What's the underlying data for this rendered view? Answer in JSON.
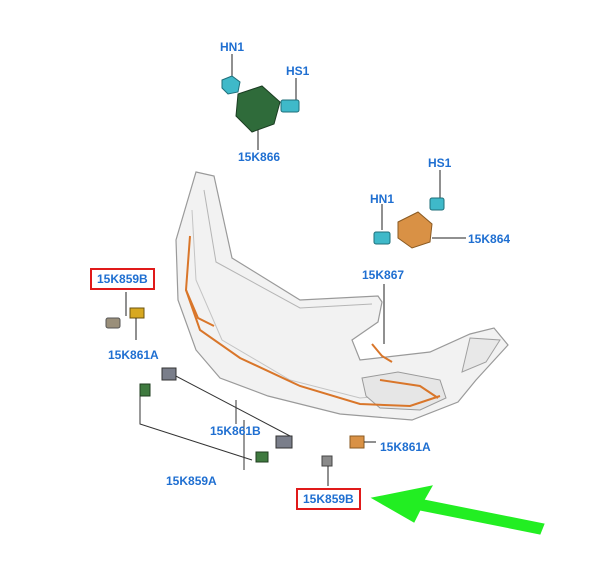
{
  "labels": {
    "hn1_top": "HN1",
    "hs1_top": "HS1",
    "module_top": "15K866",
    "hs1_right": "HS1",
    "hn1_right": "HN1",
    "module_right": "15K864",
    "harness": "15K867",
    "sensor_left_boxed": "15K859B",
    "bracket_left": "15K861A",
    "bracket_group": "15K861B",
    "bracket_right": "15K861A",
    "sensor_group": "15K859A",
    "sensor_bottom_boxed": "15K859B"
  },
  "colors": {
    "label_blue": "#1f6fd1",
    "highlight_red": "#e01a1a",
    "arrow_green": "#22ee22",
    "harness_orange": "#d9762a",
    "module_green": "#2f6b3a",
    "fastener_teal": "#3fb9c9"
  }
}
